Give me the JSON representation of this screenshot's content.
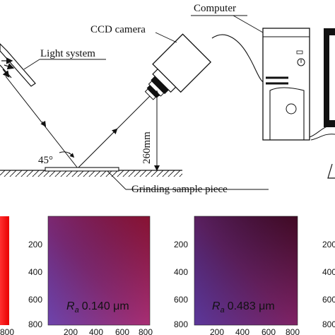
{
  "diagram": {
    "labels": {
      "computer": "Computer",
      "ccd_camera": "CCD camera",
      "light_system": "Light system",
      "height": "260mm",
      "angle": "45°",
      "sample": "Grinding sample piece"
    }
  },
  "images": [
    {
      "ra_symbol": "R",
      "ra_sub": "a",
      "ra_value": "0.140 μm",
      "y_ticks": [
        "200",
        "400",
        "600",
        "800"
      ],
      "x_ticks": [
        "200",
        "400",
        "600",
        "800"
      ]
    },
    {
      "ra_symbol": "R",
      "ra_sub": "a",
      "ra_value": "0.483 μm",
      "y_ticks": [
        "200",
        "400",
        "600",
        "800"
      ],
      "x_ticks": [
        "200",
        "400",
        "600",
        "800"
      ]
    }
  ],
  "edge_ticks": {
    "left_x": "800",
    "right_y": [
      "200",
      "400",
      "600",
      "800"
    ]
  },
  "colors": {
    "stroke": "#111111",
    "red": "#ff1a1a",
    "blue_purple": "#5a3fb0",
    "dark_red": "#8a1030"
  }
}
